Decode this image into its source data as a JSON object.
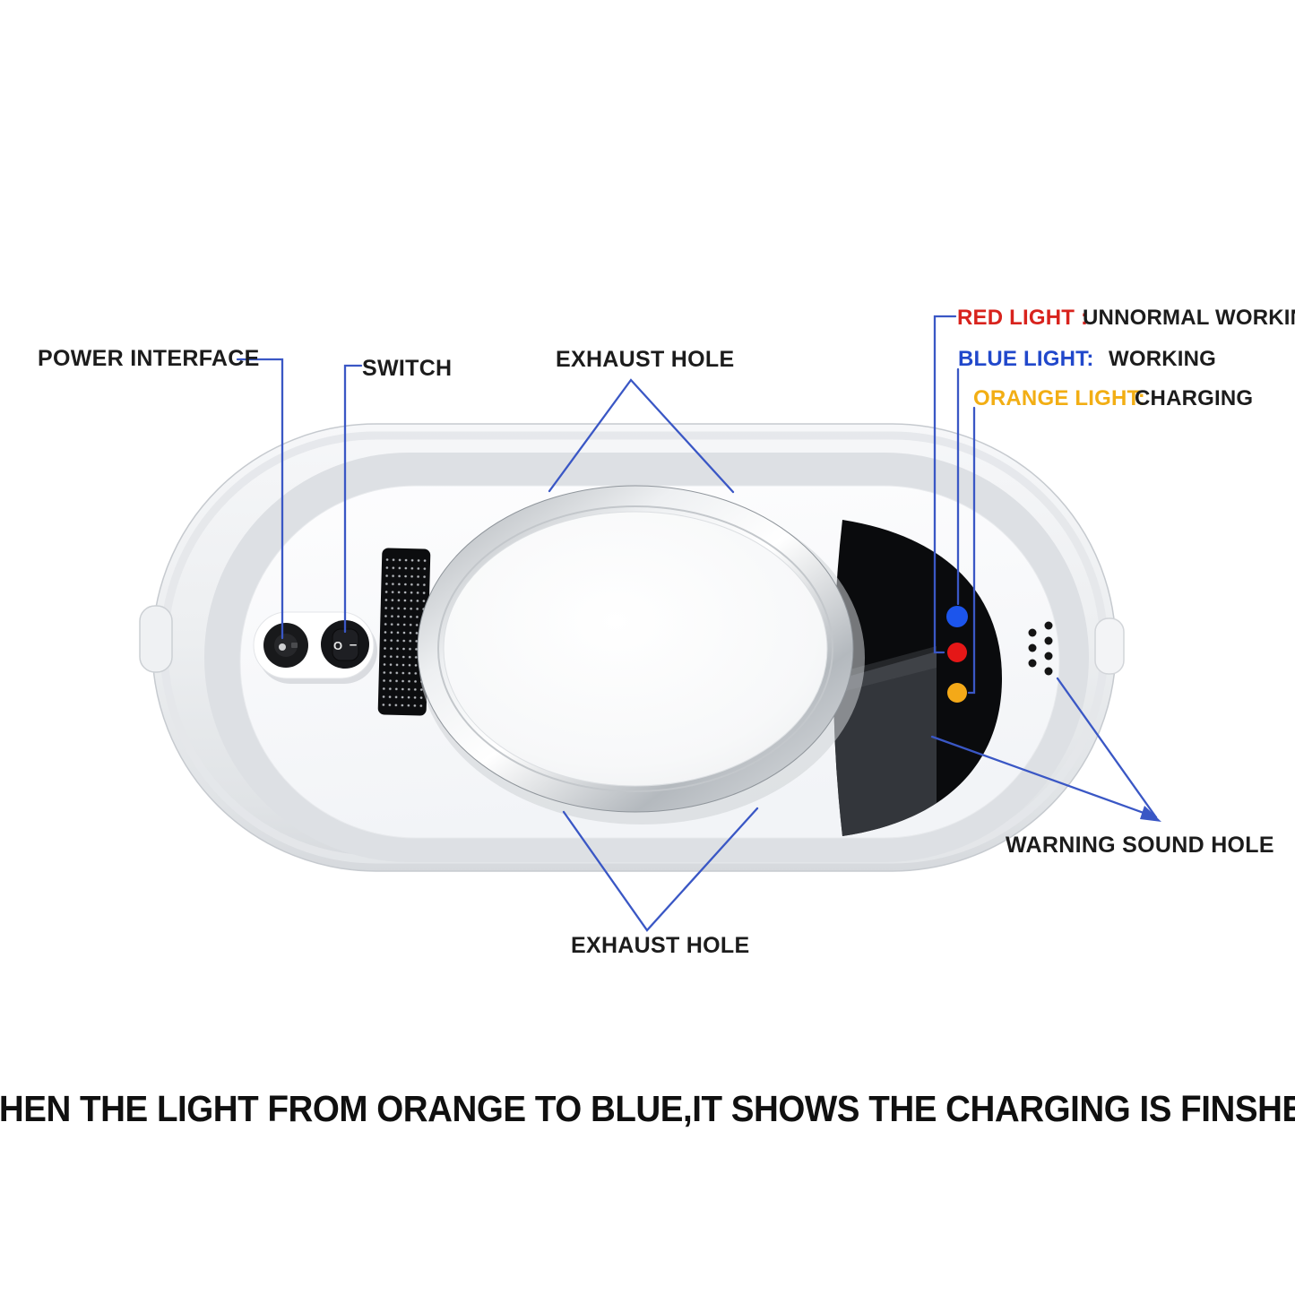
{
  "annotations": {
    "power_interface": "POWER INTERFACE",
    "switch": "SWITCH",
    "exhaust_hole_top": "EXHAUST HOLE",
    "exhaust_hole_bottom": "EXHAUST HOLE",
    "warning_sound_hole": "WARNING SOUND HOLE"
  },
  "legend": {
    "red": {
      "label": "RED LIGHT :",
      "value": "UNNORMAL WORKING",
      "color": "#d8231d"
    },
    "blue": {
      "label": "BLUE LIGHT:",
      "value": "WORKING",
      "color": "#2148cb"
    },
    "orange": {
      "label": "ORANGE LIGHT:",
      "value": "CHARGING",
      "color": "#f2ae14"
    }
  },
  "caption": "WHEN THE LIGHT FROM ORANGE TO BLUE,IT SHOWS THE CHARGING IS FINSHED",
  "device": {
    "line_color": "#3a57c5",
    "switch_off_mark": "O",
    "switch_on_mark": "–",
    "led_colors": {
      "blue": "#1c55ec",
      "red": "#e51717",
      "orange": "#f4a918"
    }
  }
}
